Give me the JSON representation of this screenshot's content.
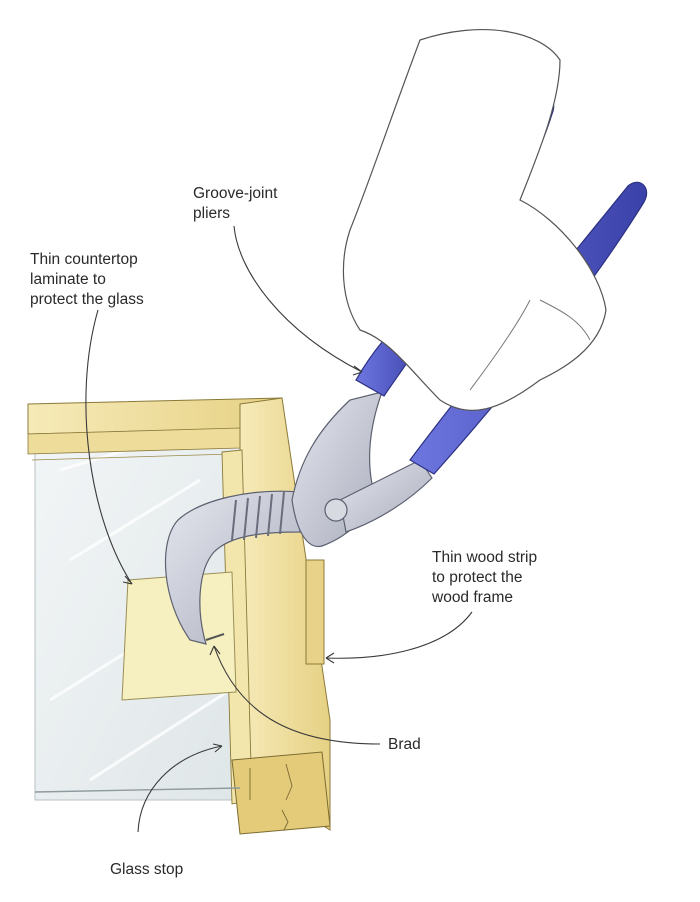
{
  "callouts": [
    {
      "id": "pliers",
      "text": "Groove-joint\npliers"
    },
    {
      "id": "laminate",
      "text": "Thin countertop\nlaminate to\nprotect the glass"
    },
    {
      "id": "wood_strip",
      "text": "Thin wood strip\nto protect the\nwood frame"
    },
    {
      "id": "brad",
      "text": "Brad"
    },
    {
      "id": "glass_stop",
      "text": "Glass stop"
    }
  ],
  "colors": {
    "frame_wood": "#f2e3a6",
    "frame_shadow": "#d7c27a",
    "pliers_metal": "#c9ccd6",
    "pliers_grip": "#4f57c6",
    "laminate": "#f6efbf",
    "glass": "#e9eef0"
  }
}
